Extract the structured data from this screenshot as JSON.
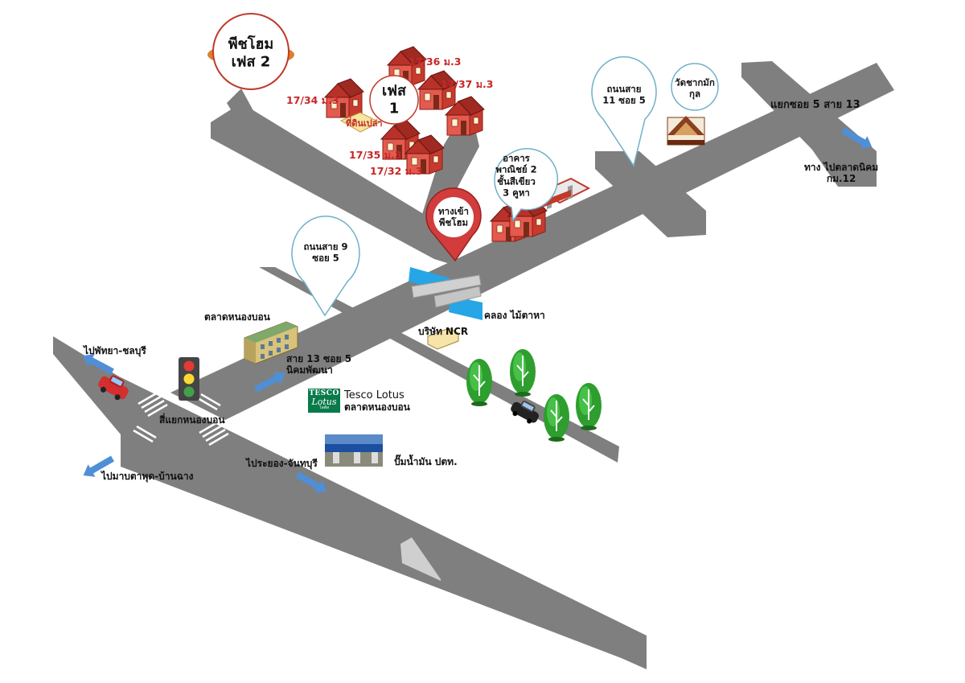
{
  "labels": {
    "phase2": [
      "พีชโฮม",
      "เฟส 2"
    ],
    "phase1": [
      "เฟส",
      "1"
    ],
    "house_17_36": "17/36 ม.3",
    "house_17_37": "17/37 ม.3",
    "house_17_34": "17/34 ม.3",
    "house_17_35": "17/35 ม.3",
    "house_17_32": "17/32 ม.3",
    "fish_spot": "ที่ดินเปล่า",
    "commercial_building": [
      "อาคาร",
      "พาณิชย์ 2",
      "ชั้นสีเขียว",
      "3 คูหา"
    ],
    "road_11_soi_5": [
      "ถนนสาย",
      "11 ซอย 5"
    ],
    "temple": [
      "วัดชากมัก",
      "กุล"
    ],
    "junction_5_13": "แยกซอย 5 สาย 13",
    "to_market": [
      "ทาง ไปตลาดนิคม",
      "กม.12"
    ],
    "peach_home_entrance": [
      "ทางเข้า",
      "พีชโฮม"
    ],
    "road_9_soi_5": [
      "ถนนสาย 9",
      "ซอย 5"
    ],
    "canal": "คลอง ไม้ตาหา",
    "ncr": "บริษัท NCR",
    "nongbon_market": "ตลาดหนองบอน",
    "to_pattaya": "ไปพัทยา-ชลบุรี",
    "road_13_soi_5": [
      "สาย 13 ซอย 5",
      "นิคมพัฒนา"
    ],
    "tesco": [
      "Tesco Lotus",
      "ตลาดหนองบอน"
    ],
    "tesco_logo": [
      "TESCO",
      "Lotus",
      "โลตัส"
    ],
    "intersection": "สี่แยกหนองบอน",
    "to_maptaphut": "ไปมาบตาพุด-บ้านฉาง",
    "to_rayong": "ไประยอง-จันทบุรี",
    "gas_station": "ปั๊มน้ำมัน ปตท."
  },
  "colors": {
    "road": "#7f7f7f",
    "house_roof": "#c0392b",
    "house_wall": "#e74c3c",
    "callout_red": "#d23c3c",
    "canal": "#26a6e6",
    "arrow": "#4f8fd6",
    "tree": "#2e9e2e",
    "tesco_green": "#0a7a4a"
  }
}
